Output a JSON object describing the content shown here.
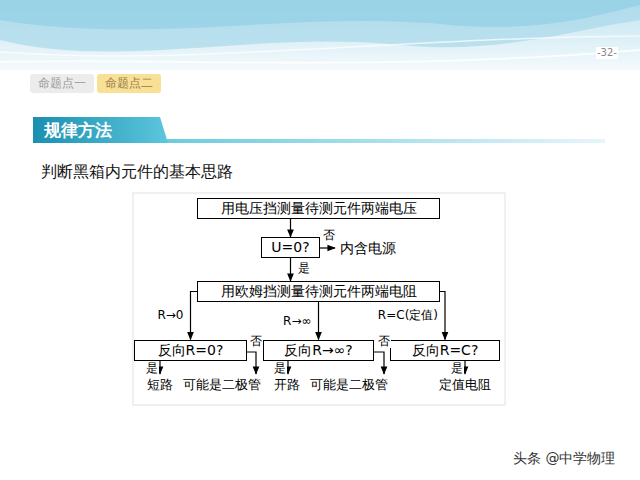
{
  "diagram": {
    "title": "规律方法",
    "nodes": [
      {
        "text": [
          "命题点一"
        ]
      },
      {
        "text": [
          "命题点二"
        ]
      },
      {
        "text": [
          "用电压挡测量待测元件两端电压"
        ]
      },
      {
        "text": [
          "U=0?"
        ]
      },
      {
        "text": [
          "用欧姆挡测量待测元件两端电阻"
        ]
      },
      {
        "text": [
          "反向R=0?"
        ]
      },
      {
        "text": [
          "反向R→∞?"
        ]
      },
      {
        "text": [
          "反向R=C?"
        ]
      }
    ],
    "edges": [
      {
        "from": 2,
        "to": 3,
        "arrow": "to"
      },
      {
        "from": 3,
        "to": 4,
        "label": "是",
        "arrow": "to"
      },
      {
        "from": 4,
        "to": 5,
        "label": "R→0",
        "arrow": "to"
      },
      {
        "from": 4,
        "to": 6,
        "label": "R→∞",
        "arrow": "to"
      },
      {
        "from": 4,
        "to": 7,
        "label": "R=C(定值)",
        "arrow": "to"
      }
    ],
    "labels": [
      "-32-",
      "判断黑箱内元件的基本思路",
      "否",
      "内含电源",
      "否",
      "是",
      "短路",
      "可能是二极管",
      "是",
      "否",
      "开路",
      "可能是二极管",
      "是",
      "定值电阻",
      "头条 @中学物理"
    ]
  }
}
